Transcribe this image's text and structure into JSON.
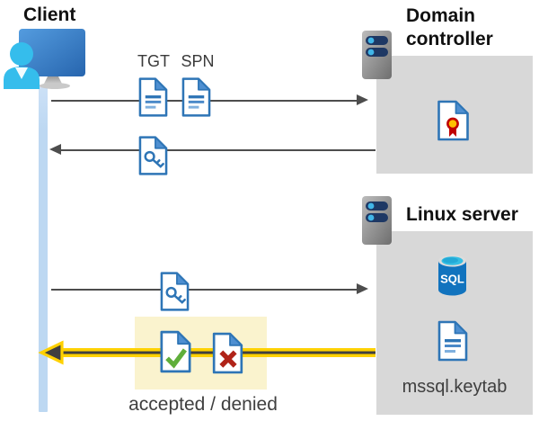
{
  "diagram": {
    "client": {
      "label": "Client"
    },
    "domain_controller": {
      "label": "Domain controller"
    },
    "linux_server": {
      "label": "Linux server",
      "sql_badge": "SQL",
      "keytab_file": "mssql.keytab"
    },
    "tickets": {
      "tgt": "TGT",
      "spn": "SPN"
    },
    "result": {
      "label": "accepted / denied"
    },
    "colors": {
      "document_blue": "#2E75B6",
      "document_fold_blue": "#4E8FD1",
      "timeline_blue": "#BDD8F2",
      "box_gray": "#D8D8D8",
      "arrow_gray": "#4D4D4D",
      "accent_yellow": "#FFD100",
      "highlight_yellow": "#FAF3CE",
      "check_green": "#5FAE3A",
      "cross_red": "#B02318",
      "sql_blue": "#1173BE",
      "cert_gold": "#FFC000",
      "cert_red": "#C00000",
      "monitor_blue": "#2F6FB7",
      "person_cyan": "#35BDEC",
      "server_navy": "#1E3864",
      "server_dot_cyan": "#41B6E8"
    }
  }
}
